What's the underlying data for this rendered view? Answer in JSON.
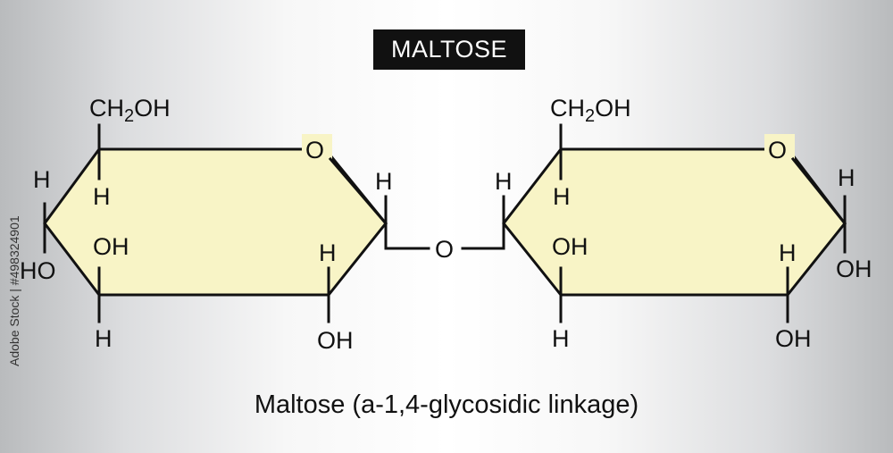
{
  "title": "MALTOSE",
  "caption": "Maltose (a-1,4-glycosidic linkage)",
  "watermark_text": "Adobe Stock | #498324901",
  "colors": {
    "ring_fill": "#f8f4c6",
    "ink": "#111111",
    "title_background": "#111111",
    "title_text": "#ffffff"
  },
  "left_ring": {
    "ch2oh": "CH",
    "ch2oh_sub": "2",
    "ch2oh_oh": "OH",
    "ring_o": "O",
    "c1_h": "H",
    "c2_h": "H",
    "c2_oh": "OH",
    "c3_h": "H",
    "c3_oh": "OH",
    "c4_h": "H",
    "c4_oh": "HO",
    "c5_h": "H"
  },
  "bridge_o": "O",
  "right_ring": {
    "ch2oh": "CH",
    "ch2oh_sub": "2",
    "ch2oh_oh": "OH",
    "ring_o": "O",
    "c1_h": "H",
    "c1_oh": "OH",
    "c2_h": "H",
    "c2_oh": "OH",
    "c3_h": "H",
    "c3_oh": "OH",
    "c4_h": "H",
    "c5_h": "H"
  }
}
